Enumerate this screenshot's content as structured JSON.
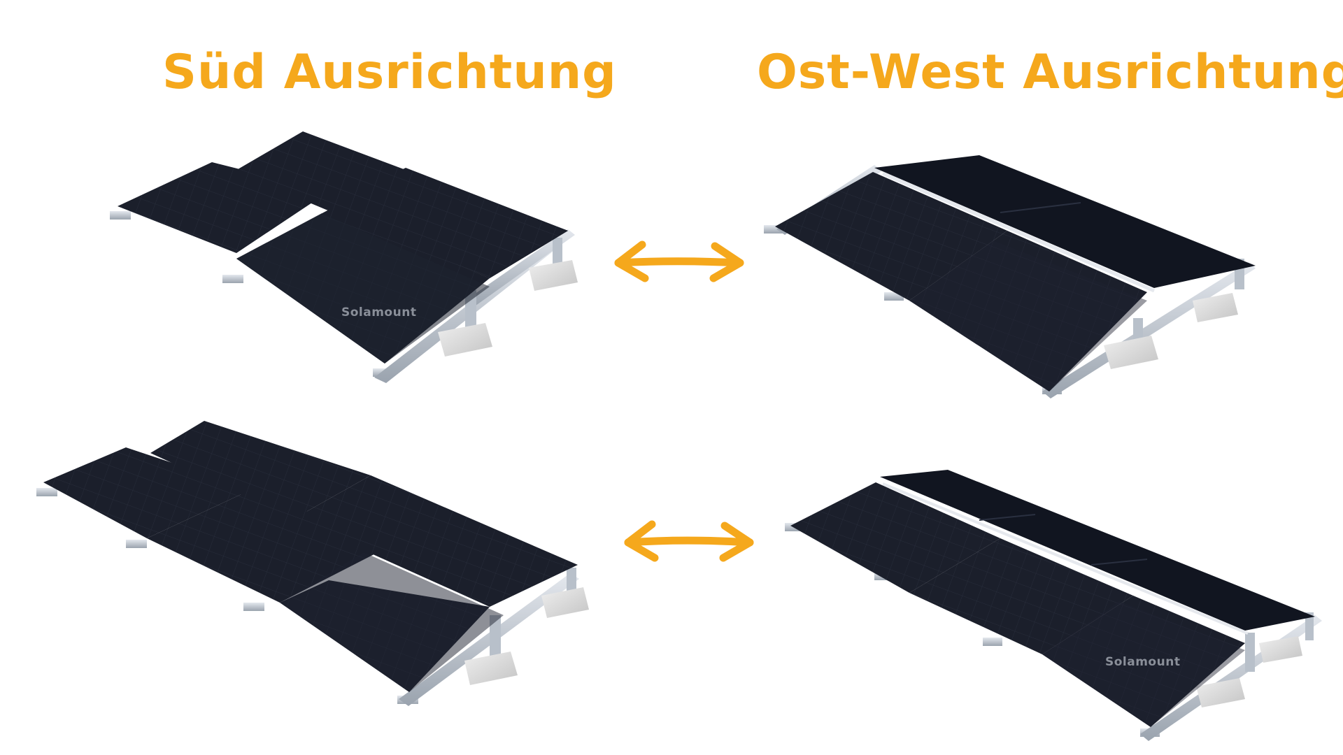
{
  "headings": {
    "south": "Süd Ausrichtung",
    "east_west": "Ost-West Ausrichtung"
  },
  "watermarks": {
    "top_left": "Solamount",
    "bottom_right": "Solamount"
  },
  "icons": {
    "arrow": "double-headed-arrow-icon"
  },
  "colors": {
    "heading": "#F5A81C",
    "arrow": "#F5A81C",
    "panel": "#1B1F2B",
    "panel_dark": "#0F1218",
    "panel_cell_line": "#2A3040",
    "rail": "#BFC6CF",
    "ballast": "#D8D8D8",
    "background": "#FFFFFF",
    "watermark": "#8A8F99"
  }
}
